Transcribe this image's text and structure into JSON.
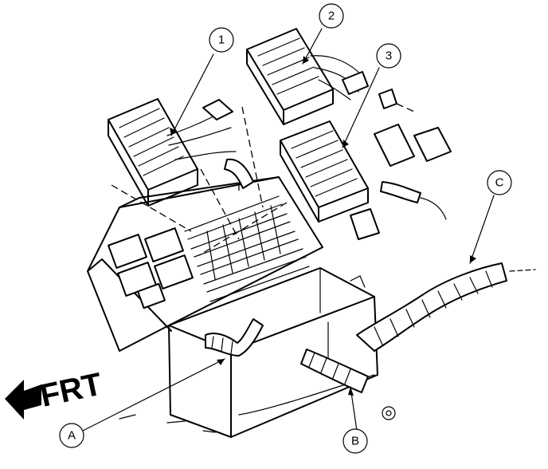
{
  "callouts": {
    "c1": "1",
    "c2": "2",
    "c3": "3",
    "ca": "A",
    "cb": "B",
    "cc": "C"
  },
  "direction_label": "FRT",
  "colors": {
    "ink": "#000000",
    "paper": "#ffffff"
  }
}
